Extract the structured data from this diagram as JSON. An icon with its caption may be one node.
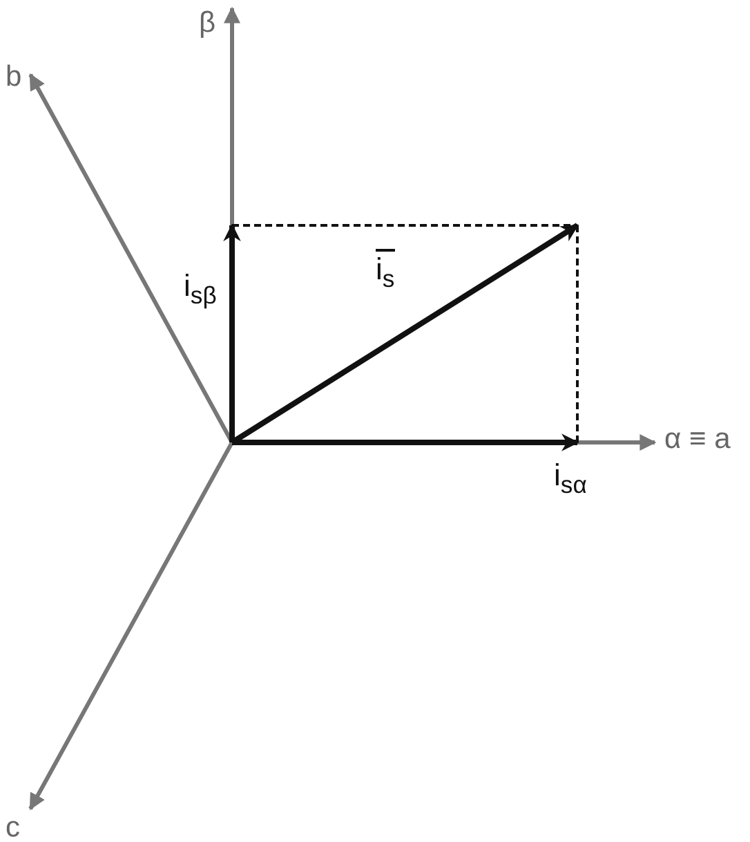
{
  "diagram": {
    "labels": [
      "β",
      "b",
      "i$_{sβ}$",
      "i$_{s}$",
      "α ≡ a",
      "i$_{sα}$",
      "c"
    ]
  }
}
